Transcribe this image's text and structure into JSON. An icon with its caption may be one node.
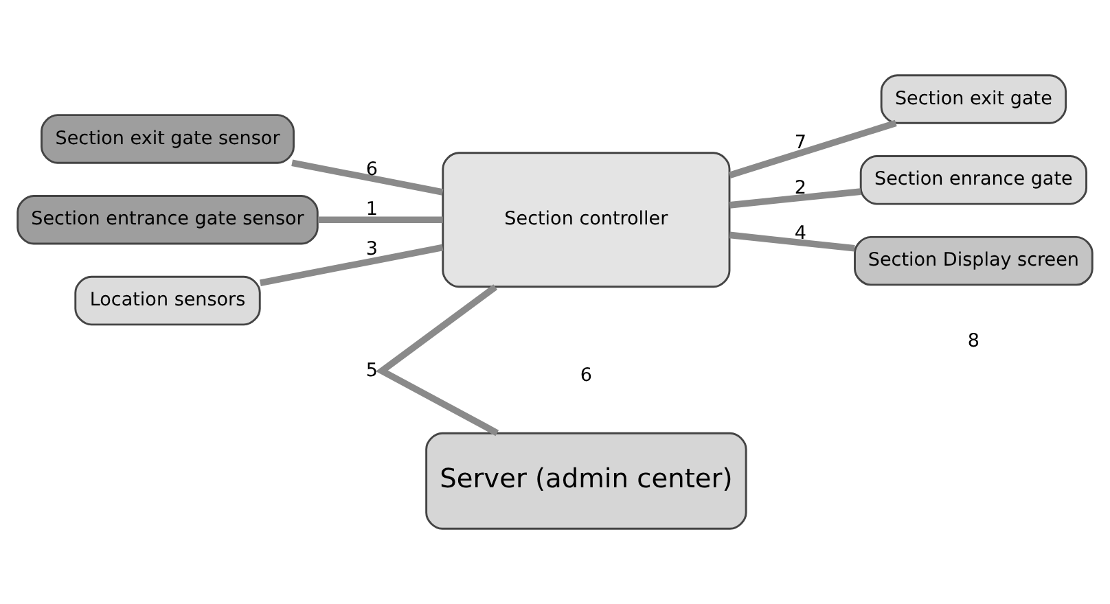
{
  "diagram": {
    "nodes": [
      {
        "text": [
          "Section exit gate sensor"
        ]
      },
      {
        "text": [
          "Section exit gate"
        ]
      },
      {
        "text": [
          "Section controller"
        ]
      },
      {
        "text": [
          "Section entrance gate sensor"
        ]
      },
      {
        "text": [
          "Section enrance gate"
        ]
      },
      {
        "text": [
          "Location sensors"
        ]
      },
      {
        "text": [
          "Section Display screen"
        ]
      },
      {
        "text": [
          "Server (admin center)"
        ]
      }
    ],
    "edges": [
      {
        "from": 0,
        "to": 2,
        "arrow": "none",
        "label": "6"
      },
      {
        "from": 3,
        "to": 2,
        "arrow": "none",
        "label": "1"
      },
      {
        "from": 5,
        "to": 2,
        "arrow": "none",
        "label": "3"
      },
      {
        "from": 2,
        "to": 1,
        "arrow": "none",
        "label": "7"
      },
      {
        "from": 2,
        "to": 4,
        "arrow": "none",
        "label": "2"
      },
      {
        "from": 2,
        "to": 6,
        "arrow": "none",
        "label": "4"
      },
      {
        "from": 2,
        "to": 7,
        "arrow": "none",
        "label": "5"
      }
    ],
    "labels": [
      "8",
      "6"
    ]
  }
}
